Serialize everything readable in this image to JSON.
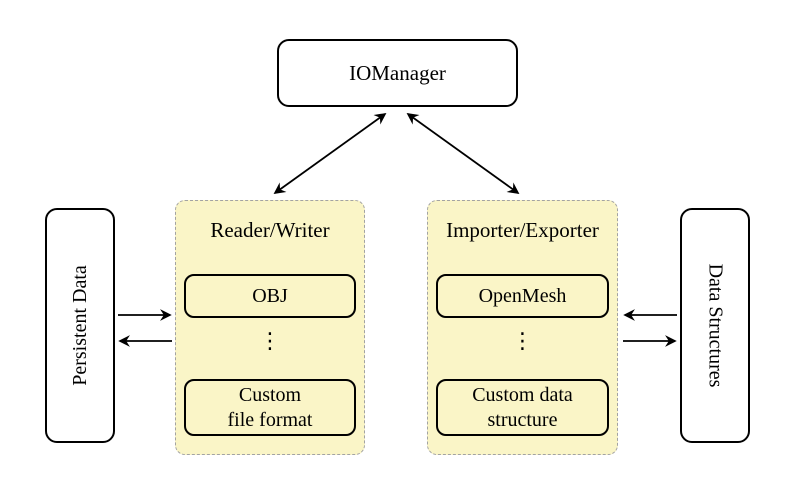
{
  "colors": {
    "group_fill": "#FAF5C7",
    "group_border": "#A3A3A3",
    "node_fill": "#FFFFFF",
    "node_border": "#000000",
    "arrow": "#000000"
  },
  "nodes": {
    "iomanager": {
      "label": "IOManager"
    },
    "persistent_data": {
      "label": "Persistent Data"
    },
    "data_structures": {
      "label": "Data Structures"
    },
    "reader_writer": {
      "title": "Reader/Writer",
      "items": {
        "first": "OBJ",
        "ellipsis": "⋮",
        "last_line1": "Custom",
        "last_line2": "file format"
      }
    },
    "importer_exporter": {
      "title": "Importer/Exporter",
      "items": {
        "first": "OpenMesh",
        "ellipsis": "⋮",
        "last_line1": "Custom data",
        "last_line2": "structure"
      }
    }
  },
  "edges": [
    {
      "from": "iomanager",
      "to": "reader_writer",
      "bidirectional": true
    },
    {
      "from": "iomanager",
      "to": "importer_exporter",
      "bidirectional": true
    },
    {
      "from": "persistent_data",
      "to": "reader_writer",
      "bidirectional": false
    },
    {
      "from": "reader_writer",
      "to": "persistent_data",
      "bidirectional": false
    },
    {
      "from": "data_structures",
      "to": "importer_exporter",
      "bidirectional": false
    },
    {
      "from": "importer_exporter",
      "to": "data_structures",
      "bidirectional": false
    }
  ]
}
